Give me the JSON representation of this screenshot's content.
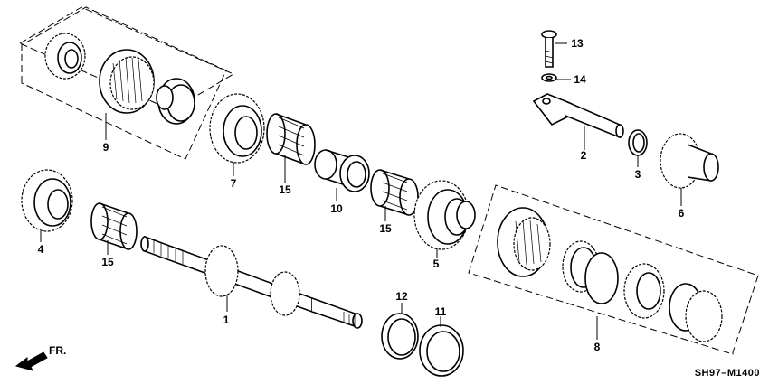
{
  "callouts": [
    {
      "id": "c1",
      "text": "1"
    },
    {
      "id": "c2",
      "text": "2"
    },
    {
      "id": "c3",
      "text": "3"
    },
    {
      "id": "c4",
      "text": "4"
    },
    {
      "id": "c5",
      "text": "5"
    },
    {
      "id": "c6",
      "text": "6"
    },
    {
      "id": "c7",
      "text": "7"
    },
    {
      "id": "c8",
      "text": "8"
    },
    {
      "id": "c9",
      "text": "9"
    },
    {
      "id": "c10",
      "text": "10"
    },
    {
      "id": "c11",
      "text": "11"
    },
    {
      "id": "c12",
      "text": "12"
    },
    {
      "id": "c13",
      "text": "13"
    },
    {
      "id": "c14",
      "text": "14"
    },
    {
      "id": "c15a",
      "text": "15"
    },
    {
      "id": "c15b",
      "text": "15"
    },
    {
      "id": "c15c",
      "text": "15"
    }
  ],
  "direction_label": "FR.",
  "diagram_code": "SH97–M1400"
}
